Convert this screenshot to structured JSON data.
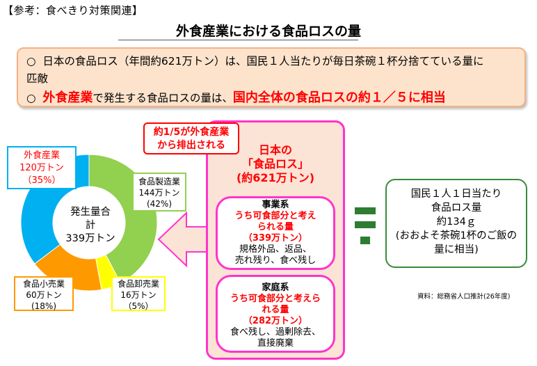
{
  "header": {
    "tag": "【参考：食べきり対策関連】",
    "title": "外食産業における食品ロスの量"
  },
  "summary": {
    "bullet": "○",
    "line1": "日本の食品ロス（年間約621万トン）は、国民１人当たりが毎日茶碗１杯分捨てている量に",
    "line1_cont": "匹敵",
    "line2_mid": "で発生する食品ロスの量は、",
    "line2_hl1": "外食産業",
    "line2_hl2": "国内全体の食品ロスの約１／５に相当"
  },
  "chart_data": {
    "type": "pie",
    "center_label_1": "発生量合",
    "center_label_2": "計",
    "center_label_3": "339万トン",
    "segments": [
      {
        "name": "食品製造業",
        "value": 144,
        "value_text": "144万トン",
        "pct_text": "(42%)",
        "color": "#92d050"
      },
      {
        "name": "食品卸売業",
        "value": 16,
        "value_text": "16万トン",
        "pct_text": "（5%）",
        "color": "#ffff00"
      },
      {
        "name": "食品小売業",
        "value": 60,
        "value_text": "60万トン",
        "pct_text": "(18%)",
        "color": "#ff9900"
      },
      {
        "name": "外食産業",
        "value": 120,
        "value_text": "120万トン",
        "pct_text": "（35%）",
        "color": "#00b0f0"
      }
    ]
  },
  "callout": {
    "line1": "約1/5が外食産業",
    "line2": "から排出される"
  },
  "main": {
    "title1": "日本の",
    "title2": "「食品ロス」",
    "title3": "(約621万トン)",
    "business": {
      "heading": "事業系",
      "red1": "うち可食部分と考え",
      "red2": "られる量",
      "red3": "（339万トン）",
      "detail1": "規格外品、返品、",
      "detail2": "売れ残り、食べ残し"
    },
    "household": {
      "heading": "家庭系",
      "red1": "うち可食部分と考えら",
      "red2": "れる量",
      "red3": "（282万トン）",
      "detail1": "食べ残し、過剰除去、",
      "detail2": "直接廃棄"
    }
  },
  "right_box": {
    "line1": "国民１人１日当たり",
    "line2": "食品ロス量",
    "line3": "約134ｇ",
    "line4": "(おおよそ茶碗1杯のご飯の",
    "line5": "量に相当)"
  },
  "source": "資料：総務省人口推計(26年度)",
  "colors": {
    "magenta": "#ff33cc",
    "red": "#ff0000",
    "green": "#2e7d32"
  }
}
